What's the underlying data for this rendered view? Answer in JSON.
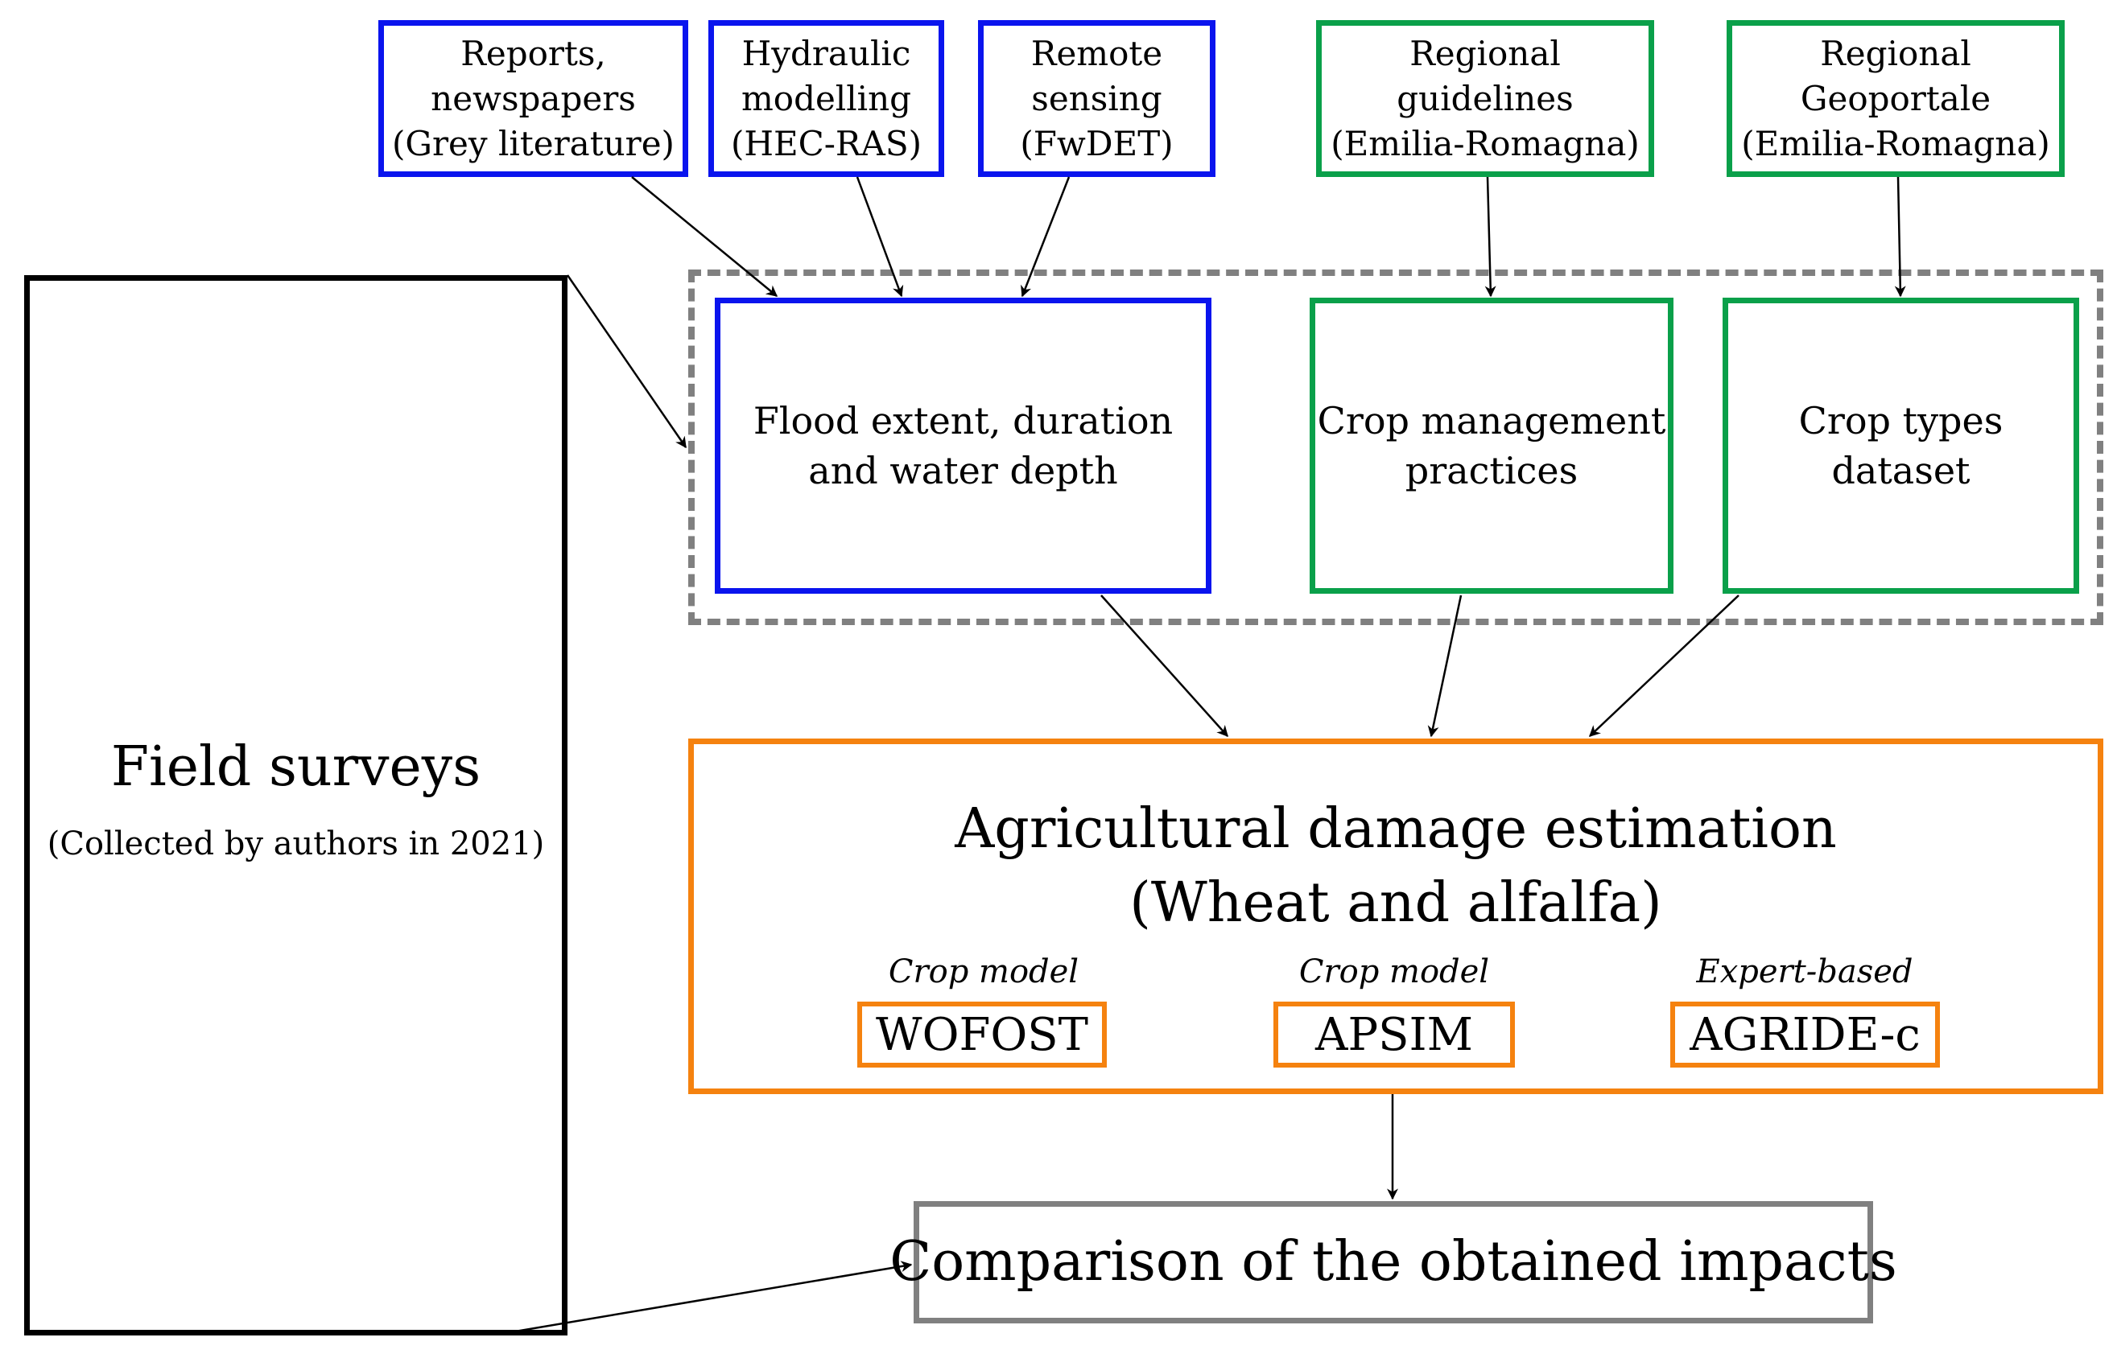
{
  "sources": {
    "reports": [
      "Reports,",
      "newspapers",
      "(Grey literature)"
    ],
    "hydraulic": [
      "Hydraulic",
      "modelling",
      "(HEC-RAS)"
    ],
    "remote": [
      "Remote",
      "sensing",
      "(FwDET)"
    ],
    "guidelines": [
      "Regional",
      "guidelines",
      "(Emilia-Romagna)"
    ],
    "geoportale": [
      "Regional",
      "Geoportale",
      "(Emilia-Romagna)"
    ]
  },
  "inputs": {
    "flood": [
      "Flood extent, duration",
      "and water depth"
    ],
    "crop_mgmt": [
      "Crop management",
      "practices"
    ],
    "crop_types": [
      "Crop types",
      "dataset"
    ]
  },
  "field": {
    "title": "Field surveys",
    "subtitle": "(Collected by authors in 2021)"
  },
  "damage": {
    "title_line1": "Agricultural damage estimation",
    "title_line2": "(Wheat and alfalfa)",
    "models": [
      {
        "label": "Crop model",
        "name": "WOFOST"
      },
      {
        "label": "Crop model",
        "name": "APSIM"
      },
      {
        "label": "Expert-based",
        "name": "AGRIDE-c"
      }
    ]
  },
  "comparison": "Comparison of the obtained impacts",
  "colors": {
    "blue": "#0a14ee",
    "green": "#0aa04a",
    "orange": "#f5820f",
    "gray": "#808080",
    "black": "#000000"
  }
}
